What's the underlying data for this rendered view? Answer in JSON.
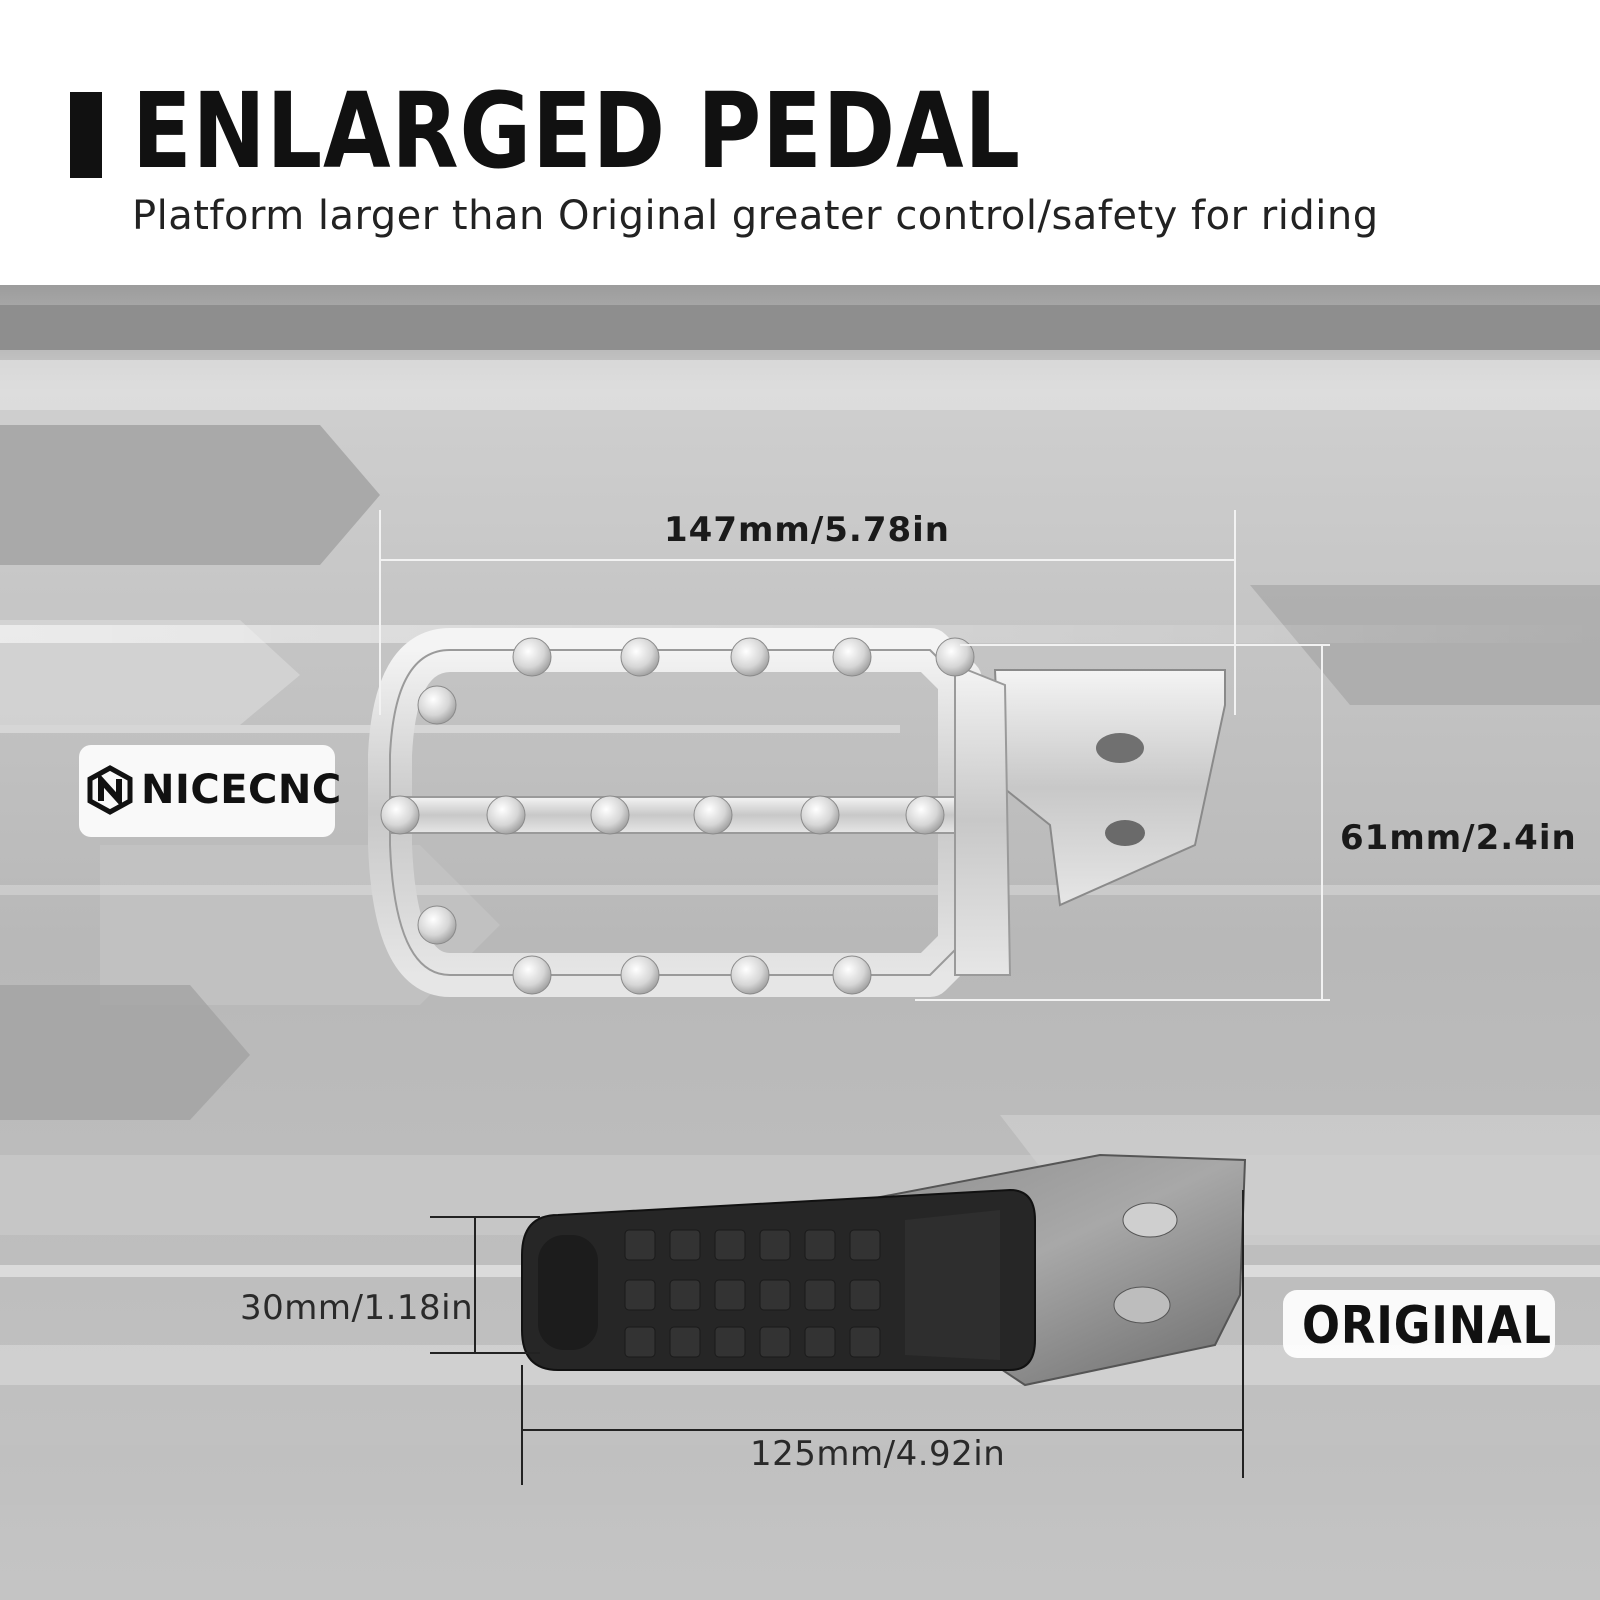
{
  "header": {
    "title": "ENLARGED PEDAL",
    "subtitle": "Platform larger than Original greater control/safety for riding"
  },
  "enlarged_pedal": {
    "width_label": "147mm/5.78in",
    "height_label": "61mm/2.4in"
  },
  "original_pedal": {
    "height_label": "30mm/1.18in",
    "width_label": "125mm/4.92in",
    "badge": "ORIGINAL"
  },
  "brand": {
    "name": "NICECNC",
    "logo_icon": "nicecnc-logo-icon"
  },
  "colors": {
    "title_text": "#111111",
    "background_gray": "#b4b4b4"
  }
}
